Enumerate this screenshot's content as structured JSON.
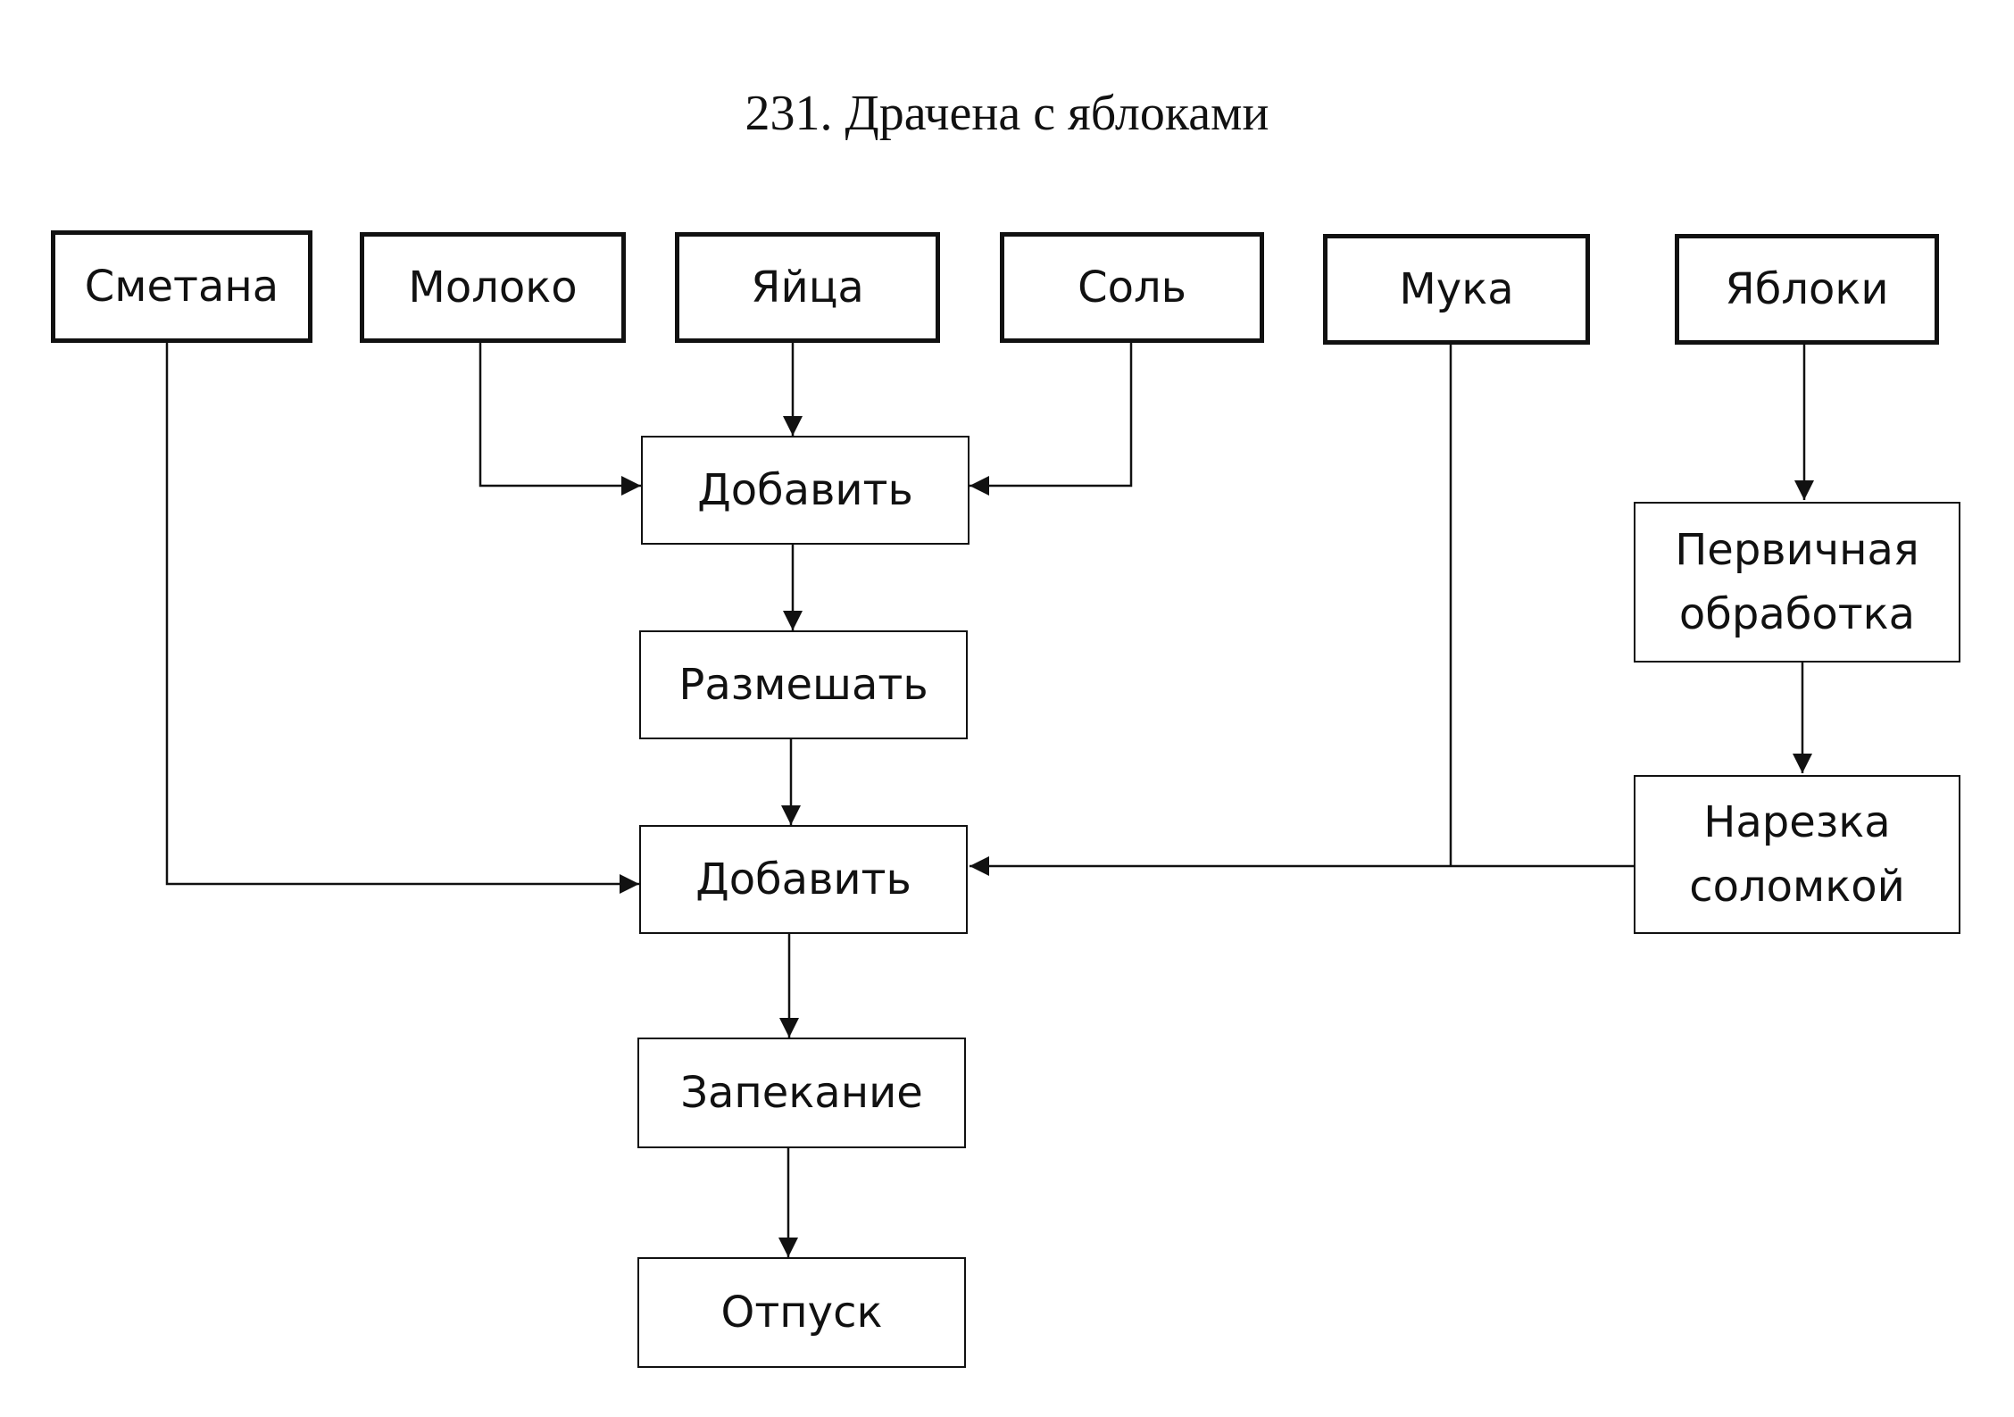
{
  "title": "231. Драчена с яблоками",
  "ingredients": {
    "sour_cream": "Сметана",
    "milk": "Молоко",
    "eggs": "Яйца",
    "salt": "Соль",
    "flour": "Мука",
    "apples": "Яблоки"
  },
  "steps": {
    "add_1": "Добавить",
    "stir": "Размешать",
    "add_2": "Добавить",
    "baking": "Запекание",
    "serving": "Отпуск",
    "primary_processing": "Первичная\nобработка",
    "julienne_cut": "Нарезка\nсоломкой"
  }
}
